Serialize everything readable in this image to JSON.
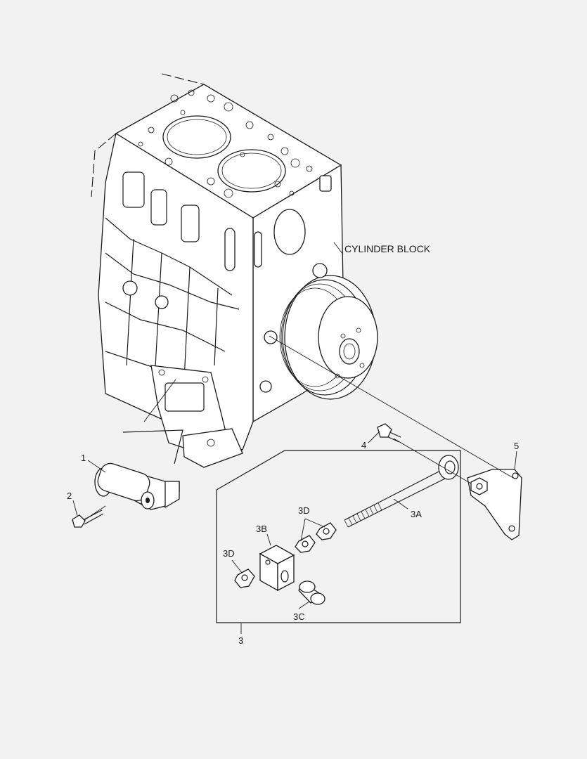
{
  "labels": {
    "cylinder_block": "CYLINDER BLOCK",
    "callouts": [
      "1",
      "2",
      "3",
      "3A",
      "3B",
      "3C",
      "3D",
      "3D",
      "4",
      "5"
    ]
  },
  "colors": {
    "background": "#f2f2f2",
    "line": "#1a1a1a",
    "part_fill": "#ffffff"
  }
}
